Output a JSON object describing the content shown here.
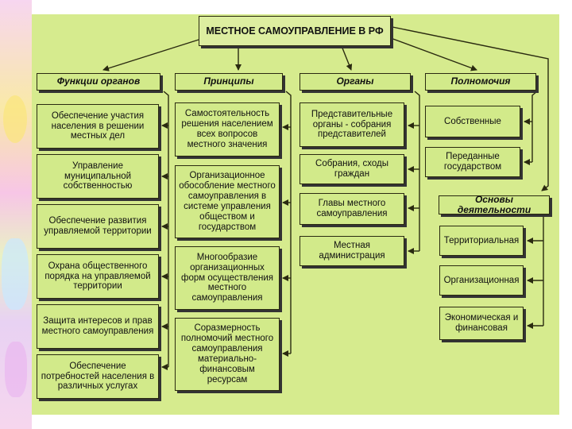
{
  "title": "МЕСТНОЕ САМОУПРАВЛЕНИЕ В РФ",
  "headers": {
    "functions": "Функции органов",
    "principles": "Принципы",
    "organs": "Органы",
    "powers": "Полномочия",
    "basis": "Основы деятельности"
  },
  "functions": [
    "Обеспечение участия населения в решении местных дел",
    "Управление муниципальной собственностью",
    "Обеспечение развития управляемой территории",
    "Охрана общественного порядка на управляемой территории",
    "Защита интересов и прав местного самоуправления",
    "Обеспечение потребностей населения в различных услугах"
  ],
  "principles": [
    "Самостоятельность решения населением всех вопросов местного значения",
    "Организационное обособление местного самоуправления в системе управления обществом и государством",
    "Многообразие организационных форм осуществления местного самоуправления",
    "Соразмерность полномочий местного самоуправления материально-финансовым ресурсам"
  ],
  "organs": [
    "Представительные органы - собрания представителей",
    "Собрания, сходы граждан",
    "Главы местного самоуправления",
    "Местная администрация"
  ],
  "powers": [
    "Собственные",
    "Переданные государством"
  ],
  "basis": [
    "Территориальная",
    "Организационная",
    "Экономическая и финансовая"
  ],
  "colors": {
    "board": "#d6eb8e",
    "box": "#d2ea8a",
    "line": "#2a2a10"
  }
}
